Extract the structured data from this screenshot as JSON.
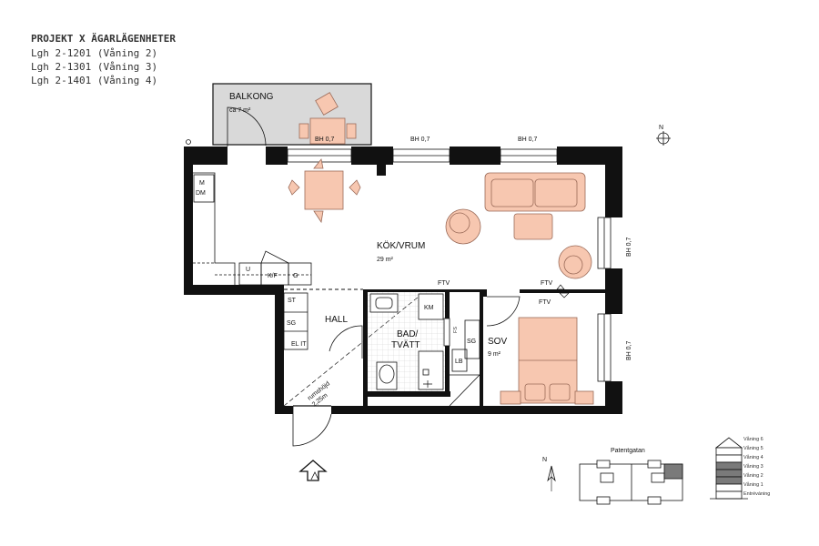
{
  "header": {
    "project": "PROJEKT X ÄGARLÄGENHETER",
    "units": [
      "Lgh 2-1201 (Våning 2)",
      "Lgh 2-1301 (Våning 3)",
      "Lgh 2-1401 (Våning 4)"
    ]
  },
  "rooms": {
    "balcony": {
      "name": "BALKONG",
      "area": "ca 7 m²"
    },
    "kitchen_living": {
      "name": "KÖK/VRUM",
      "area": "29 m²"
    },
    "hall": {
      "name": "HALL"
    },
    "bath": {
      "name1": "BAD/",
      "name2": "TVÄTT"
    },
    "bedroom": {
      "name": "SOV",
      "area": "9 m²"
    }
  },
  "labels": {
    "bh": "BH 0,7",
    "ftv": "FTV",
    "km": "KM",
    "m": "M",
    "dm": "DM",
    "u": "U",
    "kf": "K/F",
    "g": "G",
    "st": "ST",
    "sg": "SG",
    "elit": "EL IT",
    "lb": "LB",
    "fs": "FS",
    "ceiling1": "rumshöjd",
    "ceiling2": "2,25m"
  },
  "compass": {
    "north": "N"
  },
  "site": {
    "street": "Patentgatan",
    "floors": [
      "Våning 6",
      "Våning 5",
      "Våning 4",
      "Våning 3",
      "Våning 2",
      "Våning 1",
      "Entréváning"
    ]
  },
  "colors": {
    "wall": "#111111",
    "furniture": "#f7c7b0",
    "furniture_stroke": "#9a6a58",
    "balcony": "#d9d9d9",
    "highlight_floor": "#7a7a7a"
  }
}
